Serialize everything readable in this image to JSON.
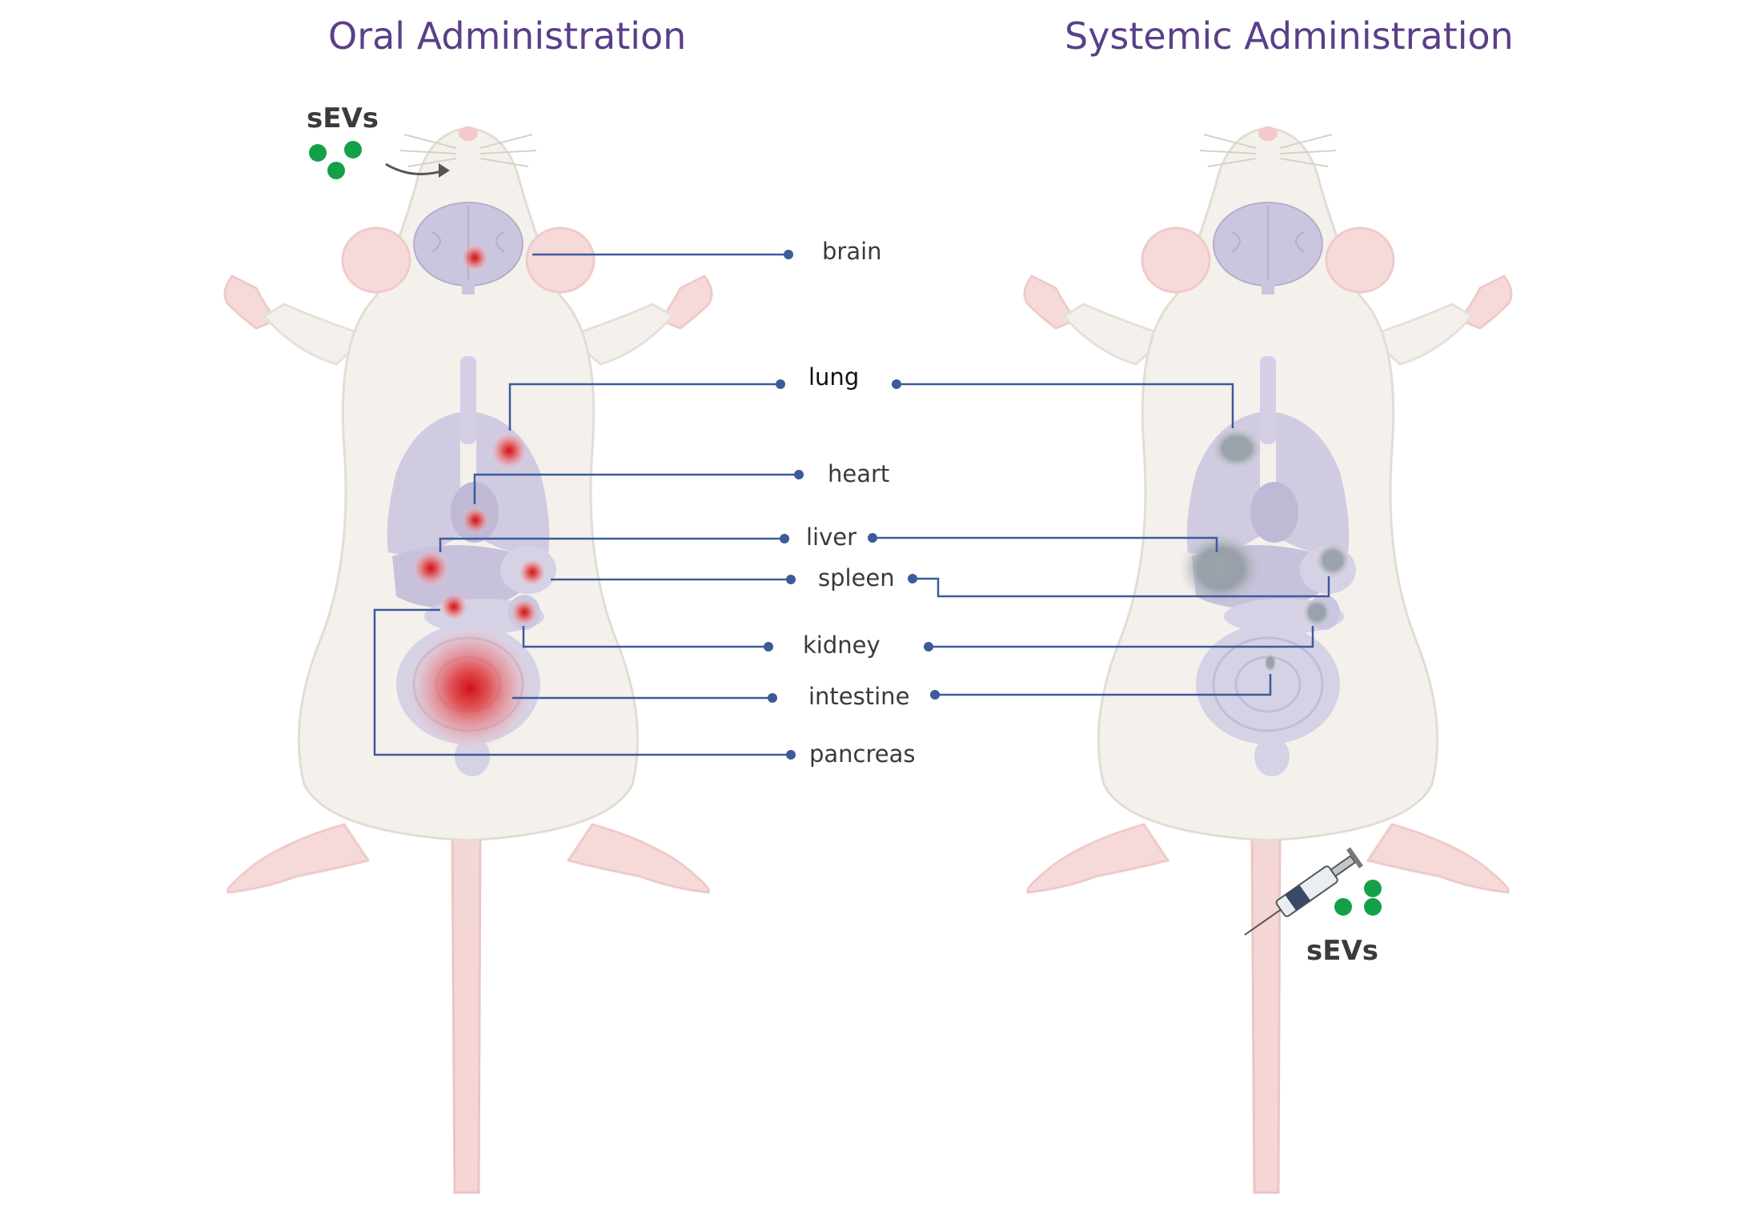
{
  "titles": {
    "left": "Oral Administration",
    "right": "Systemic Administration"
  },
  "sevs_label_top": "sEVs",
  "sevs_label_bottom": "sEVs",
  "organs": {
    "brain": "brain",
    "lung": "lung",
    "heart": "heart",
    "liver": "liver",
    "spleen": "spleen",
    "kidney": "kidney",
    "intestine": "intestine",
    "pancreas": "pancreas"
  },
  "colors": {
    "title": "#5a3f88",
    "leader_line": "#3d5a9a",
    "ev_dot": "#14a049",
    "signal_red": "#e22b2b",
    "signal_grey": "#7f8c92",
    "mouse_body": "#f4f1ec",
    "mouse_pink": "#f3c9c9",
    "organ_lavender": "#c8c3dc"
  }
}
